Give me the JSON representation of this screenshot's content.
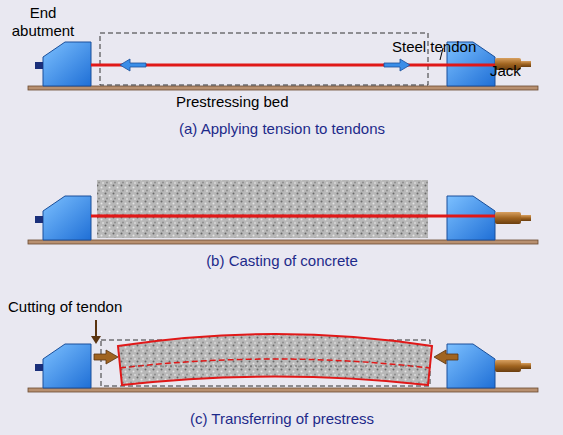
{
  "diagram": {
    "labels": [
      "End abutment",
      "Steel tendon",
      "Jack",
      "Prestressing bed",
      "(a) Applying tension to tendons",
      "(b) Casting of concrete",
      "Cutting of tendon",
      "(c) Transferring of prestress"
    ]
  }
}
